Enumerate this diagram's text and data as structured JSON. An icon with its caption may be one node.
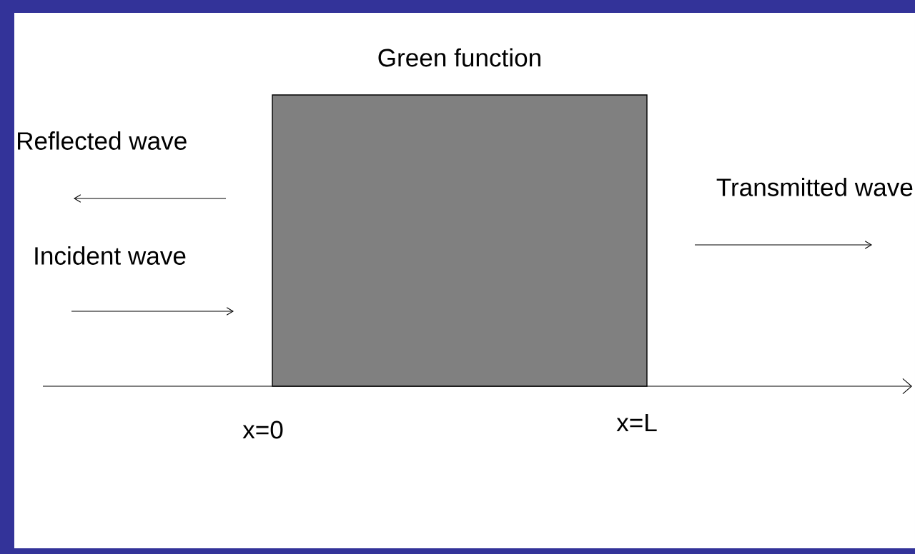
{
  "diagram": {
    "nodes": [
      {
        "text": [
          "Green function"
        ]
      }
    ],
    "labels": [
      "Reflected wave",
      "Incident wave",
      "Transmitted wave",
      "x=0",
      "x=L"
    ]
  }
}
